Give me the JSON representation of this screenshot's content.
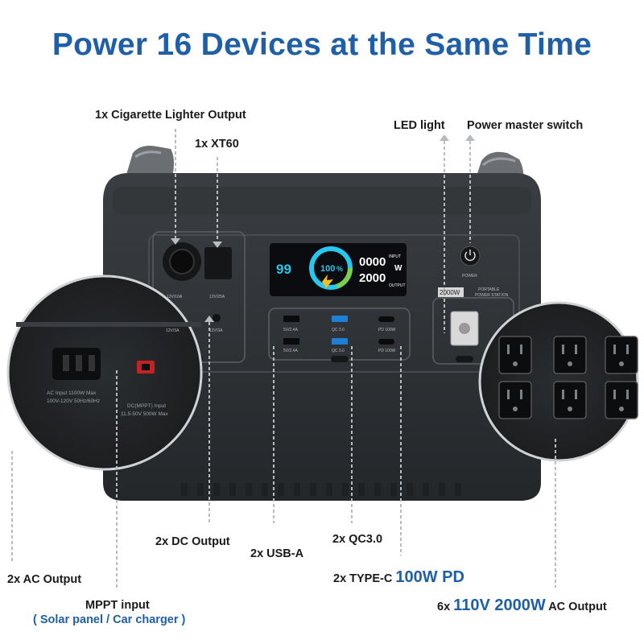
{
  "headline": "Power 16 Devices at the Same Time",
  "labels": {
    "cig": "1x Cigarette Lighter Output",
    "xt60": "1x XT60",
    "led": "LED light",
    "power_switch": "Power master switch",
    "dc": "2x DC Output",
    "usba": "2x USB-A",
    "qc": "2x QC3.0",
    "typec_prefix": "2x TYPE-C",
    "typec_value": "100W PD",
    "ac_left": "2x AC Output",
    "mppt": "MPPT input",
    "mppt_sub": "( Solar panel / Car charger )",
    "ac_prefix": "6x",
    "ac_value": "110V 2000W",
    "ac_suffix": "AC Output"
  },
  "device": {
    "display": {
      "percent": "100",
      "percent_unit": "%",
      "left_value": "99",
      "input_value": "0000",
      "input_label": "INPUT",
      "output_value": "2000",
      "output_label": "OUTPUT",
      "unit": "W"
    },
    "port_labels": {
      "car": "12V/10A",
      "xt60": "12V/25A",
      "dc1": "12V/3A",
      "dc2": "12V/3A",
      "usb1": "5V/2.4A",
      "usb2": "5V/2.4A",
      "qc1": "QC 3.0",
      "qc2": "QC 3.0",
      "pd1": "PD 100W",
      "pd2": "PD 100W",
      "power": "POWER",
      "capacity": "2000W",
      "model1": "PORTABLE",
      "model2": "POWER STATION"
    },
    "zoom_left": {
      "ac_input_1": "AC Input 1100W Max",
      "ac_input_2": "100V-120V 50Hz/60Hz",
      "dc_input_1": "DC(MPPT) Input",
      "dc_input_2": "11.5-50V 500W Max"
    }
  },
  "colors": {
    "accent": "#1f5fa8",
    "lcd_cyan": "#29c6ee",
    "body": "#2e3134"
  }
}
